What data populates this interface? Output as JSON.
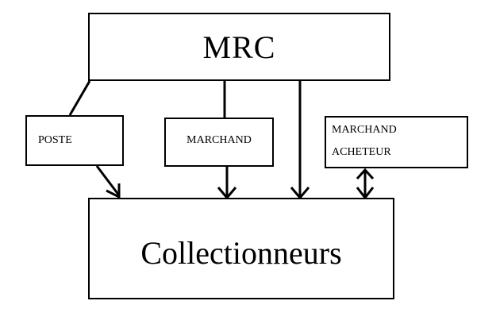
{
  "diagram": {
    "nodes": {
      "mrc": "MRC",
      "poste": "POSTE",
      "marchand": "MARCHAND",
      "marchand_acheteur_line1": "MARCHAND",
      "marchand_acheteur_line2": "ACHETEUR",
      "collectionneurs": "Collectionneurs"
    },
    "edges": [
      {
        "from": "MRC",
        "to": "POSTE",
        "arrow": "none"
      },
      {
        "from": "MRC",
        "to": "MARCHAND",
        "arrow": "none"
      },
      {
        "from": "MRC",
        "to": "Collectionneurs",
        "arrow": "end"
      },
      {
        "from": "POSTE",
        "to": "Collectionneurs",
        "arrow": "end"
      },
      {
        "from": "MARCHAND",
        "to": "Collectionneurs",
        "arrow": "end"
      },
      {
        "from": "MARCHAND ACHETEUR",
        "to": "Collectionneurs",
        "arrow": "both"
      }
    ]
  }
}
